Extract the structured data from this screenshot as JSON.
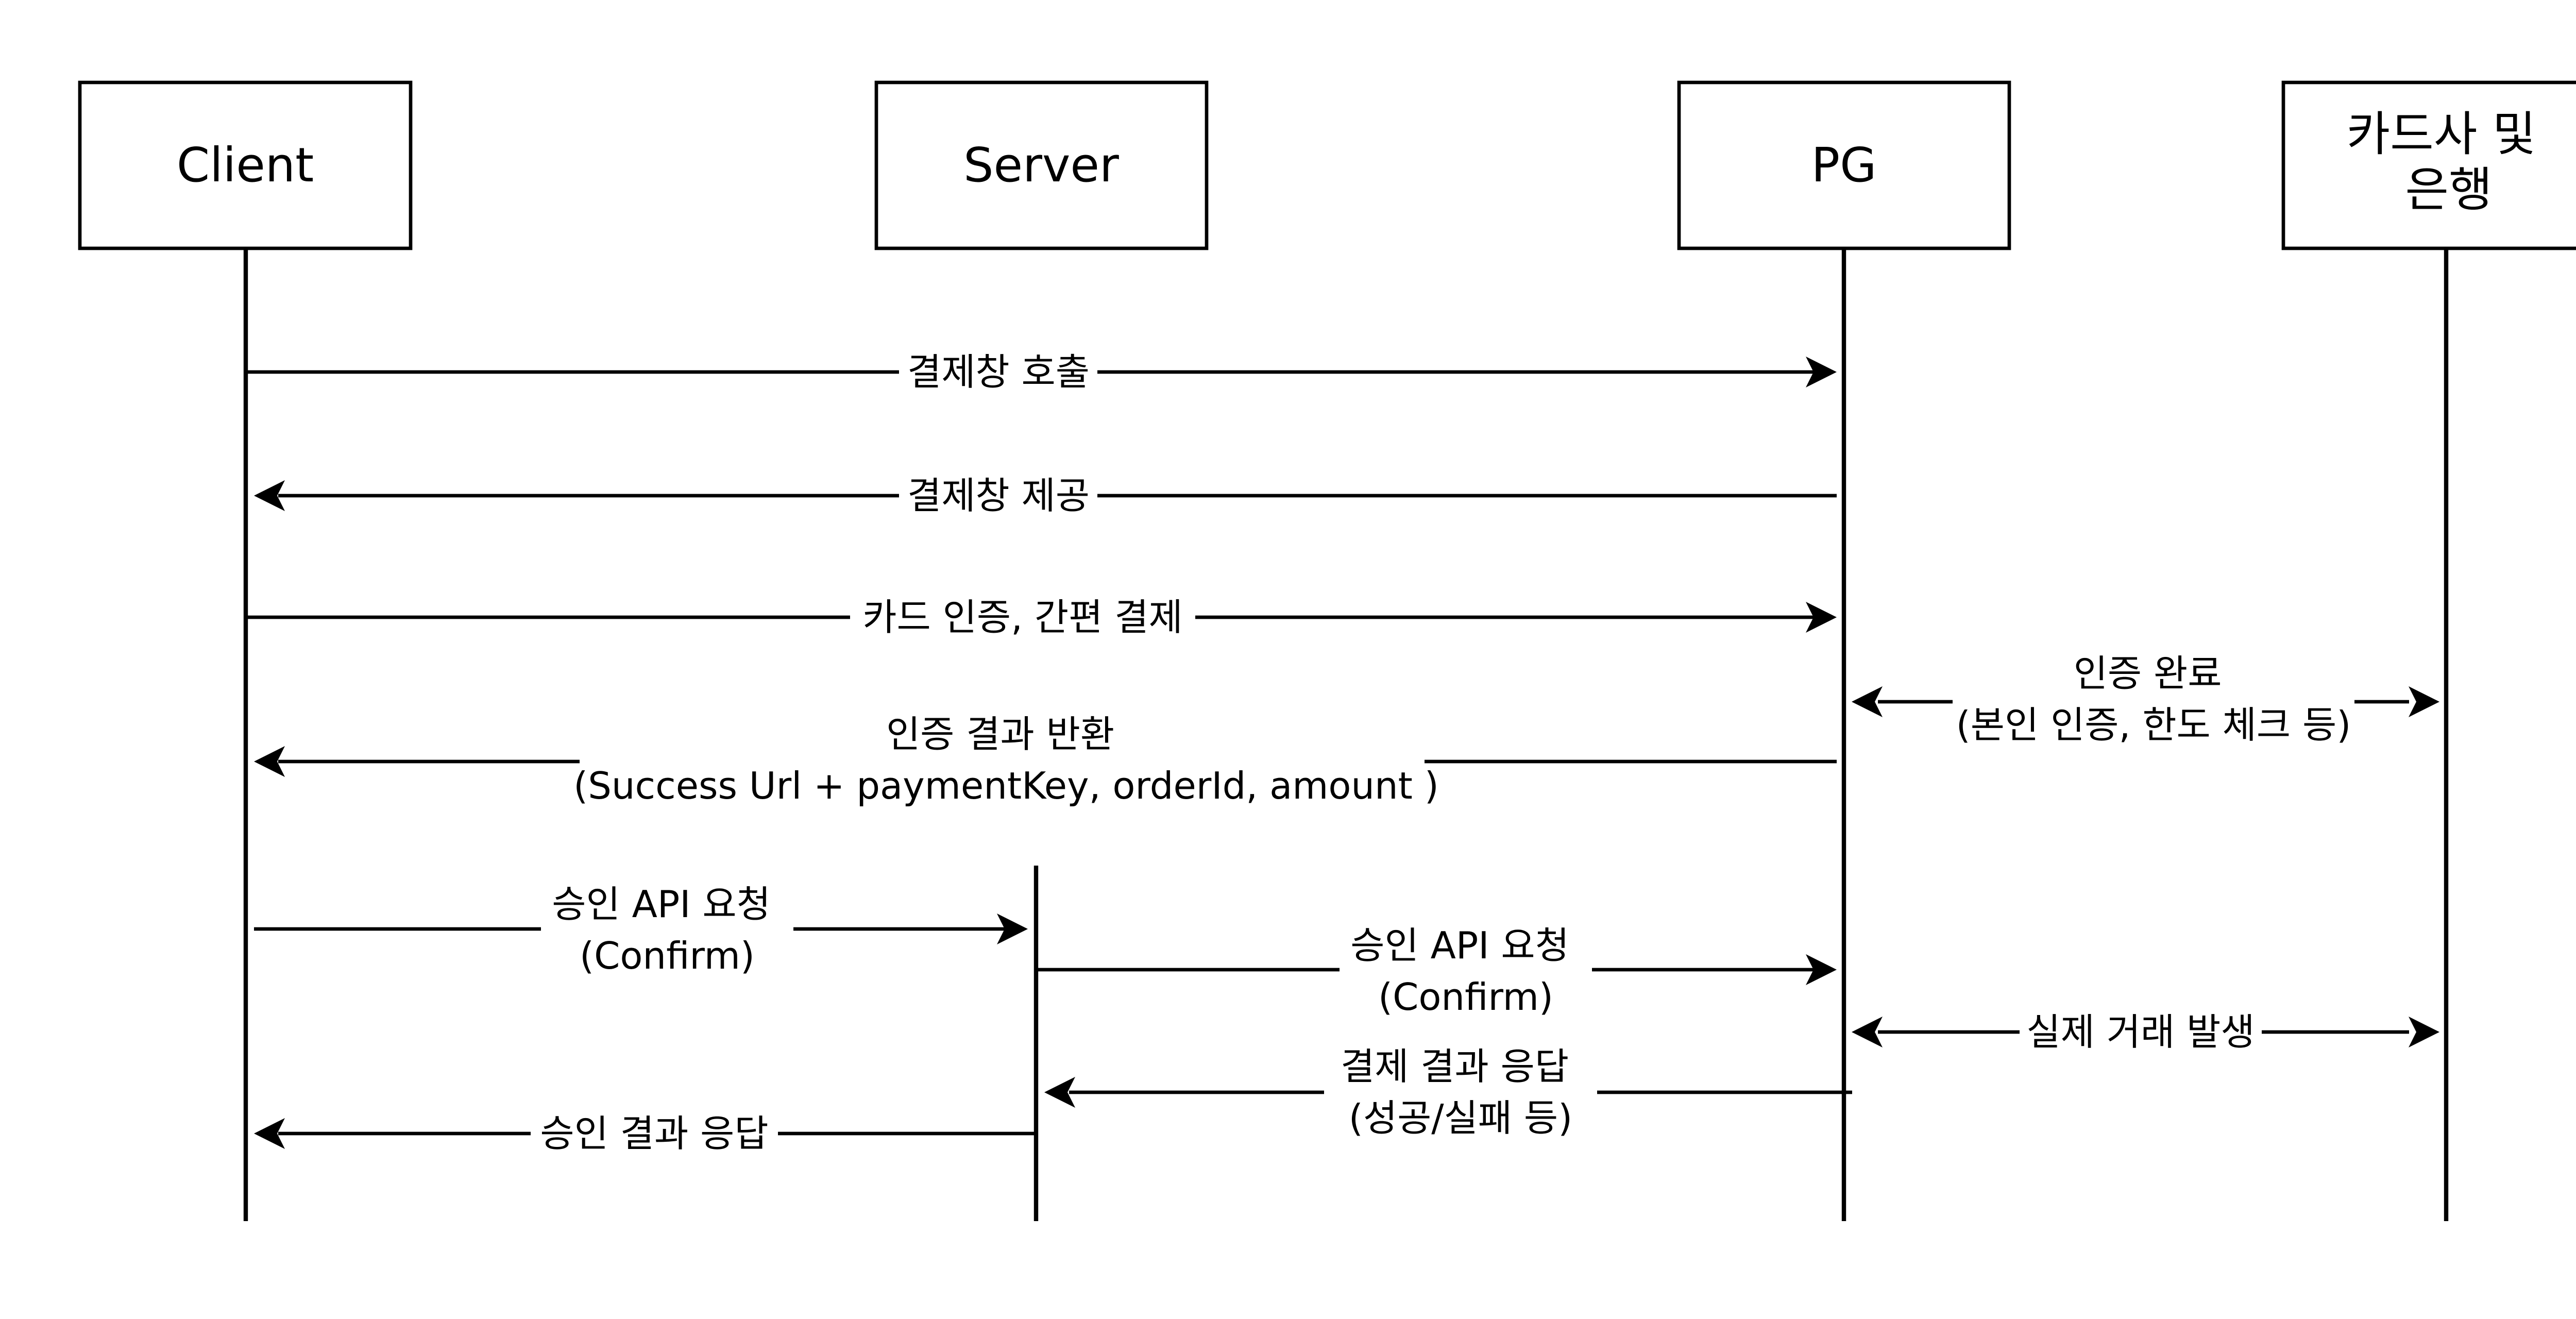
{
  "actors": {
    "client": {
      "lines": [
        "Client"
      ]
    },
    "server": {
      "lines": [
        "Server"
      ]
    },
    "pg": {
      "lines": [
        "PG"
      ]
    },
    "bank": {
      "lines": [
        "카드사 및",
        "은행"
      ]
    }
  },
  "messages": {
    "m1": {
      "lines": [
        "결제창 호출"
      ]
    },
    "m2": {
      "lines": [
        "결제창 제공"
      ]
    },
    "m3": {
      "lines": [
        "카드 인증, 간편 결제"
      ]
    },
    "m4": {
      "lines": [
        "인증 완료",
        "(본인 인증, 한도 체크 등)"
      ]
    },
    "m5": {
      "lines": [
        "인증 결과 반환",
        "(Success Url + paymentKey, orderId, amount )"
      ]
    },
    "m6": {
      "lines": [
        "승인 API 요청",
        "(Confirm)"
      ]
    },
    "m7": {
      "lines": [
        "승인 API 요청",
        "(Confirm)"
      ]
    },
    "m8": {
      "lines": [
        "실제 거래 발생"
      ]
    },
    "m9": {
      "lines": [
        "결제 결과 응답",
        "(성공/실패 등)"
      ]
    },
    "m10": {
      "lines": [
        "승인 결과 응답"
      ]
    }
  }
}
